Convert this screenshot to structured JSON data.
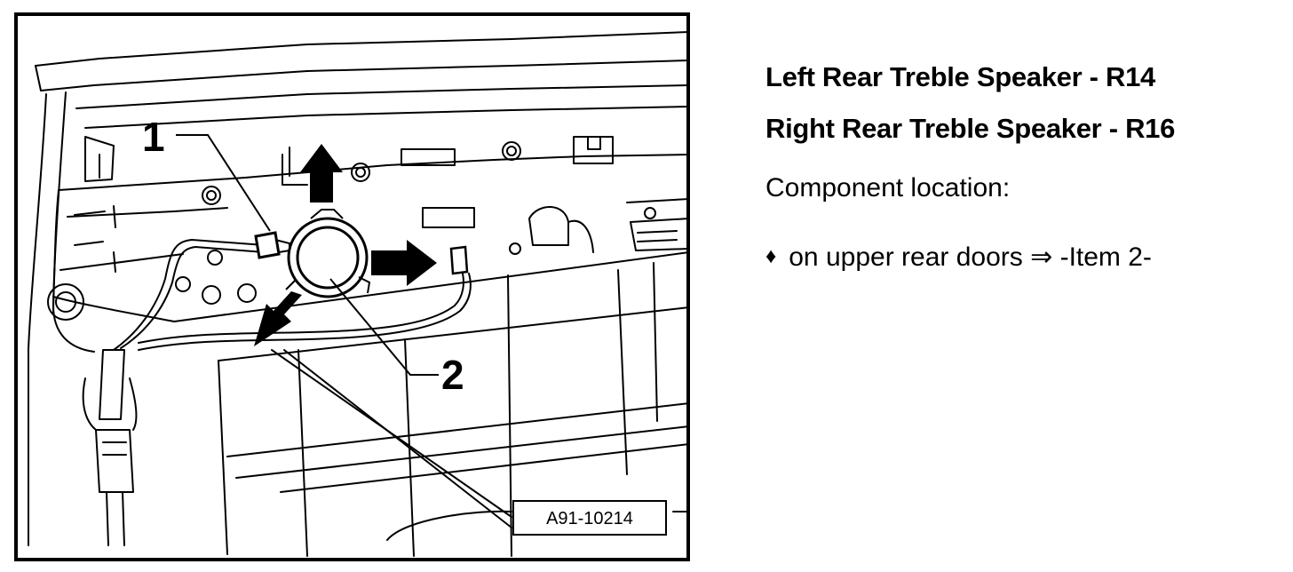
{
  "figure": {
    "callout_1": "1",
    "callout_2": "2",
    "figure_id": "A91-10214"
  },
  "heading": {
    "line_1": "Left Rear Treble Speaker - R14",
    "line_2": "Right Rear Treble Speaker - R16"
  },
  "location_caption": "Component location:",
  "location_item": {
    "bullet_glyph": "♦",
    "text": "on upper rear doors",
    "arrow_glyph": "⇒",
    "reference": "-Item 2-"
  }
}
